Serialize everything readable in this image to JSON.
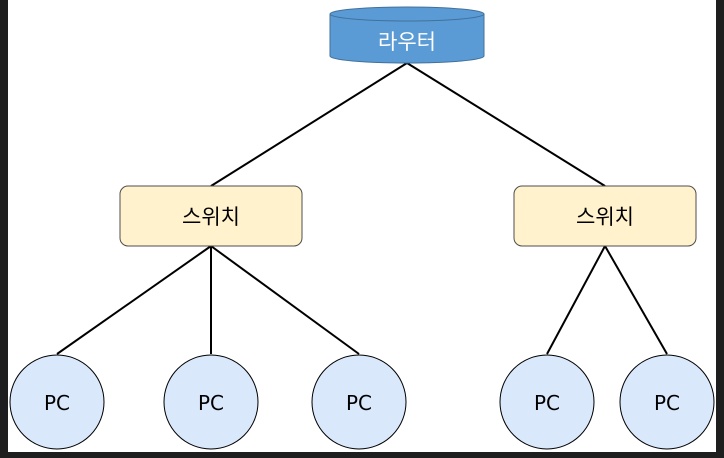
{
  "diagram": {
    "router": {
      "label": "라우터"
    },
    "switches": [
      {
        "label": "스위치"
      },
      {
        "label": "스위치"
      }
    ],
    "pcs": [
      {
        "label": "PC"
      },
      {
        "label": "PC"
      },
      {
        "label": "PC"
      },
      {
        "label": "PC"
      },
      {
        "label": "PC"
      }
    ]
  },
  "colors": {
    "router_fill": "#5b9bd5",
    "router_stroke": "#41719c",
    "router_text": "#ffffff",
    "switch_fill": "#fff2cc",
    "switch_stroke": "#4d4d4d",
    "pc_fill": "#dae8fc",
    "pc_stroke": "#000000",
    "edge": "#000000",
    "frame": "#1e1e1e",
    "background": "#ffffff"
  }
}
